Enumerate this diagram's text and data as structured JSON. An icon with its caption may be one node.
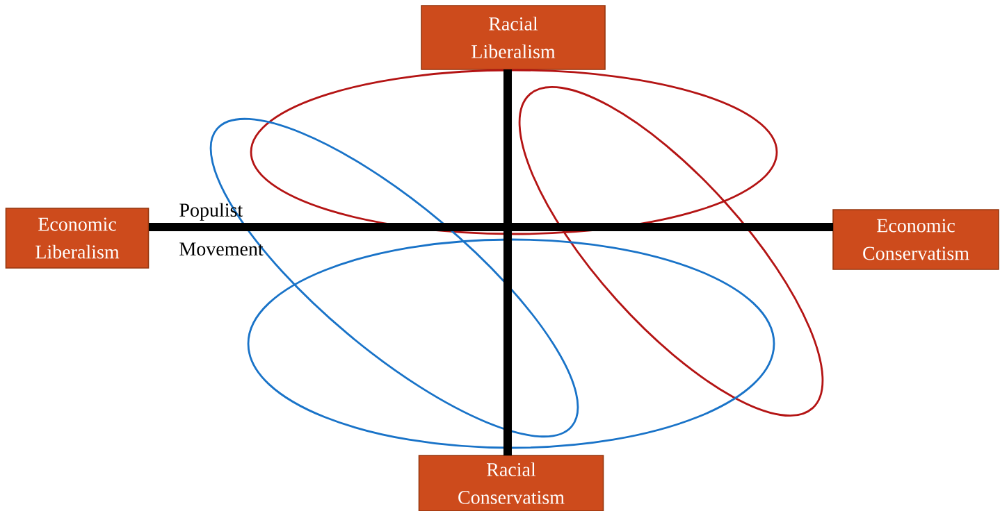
{
  "diagram": {
    "nodes": [
      {
        "text": [
          "Racial Liberalism"
        ]
      },
      {
        "text": [
          "Economic Liberalism"
        ]
      },
      {
        "text": [
          "Economic Conservatism"
        ]
      },
      {
        "text": [
          "Racial Conservatism"
        ]
      },
      {
        "text": [],
        "shape": "ellipse"
      },
      {
        "text": [],
        "shape": "ellipse"
      },
      {
        "text": [],
        "shape": "ellipse"
      },
      {
        "text": [],
        "shape": "ellipse"
      }
    ],
    "labels": [
      "Populist Movement"
    ]
  }
}
